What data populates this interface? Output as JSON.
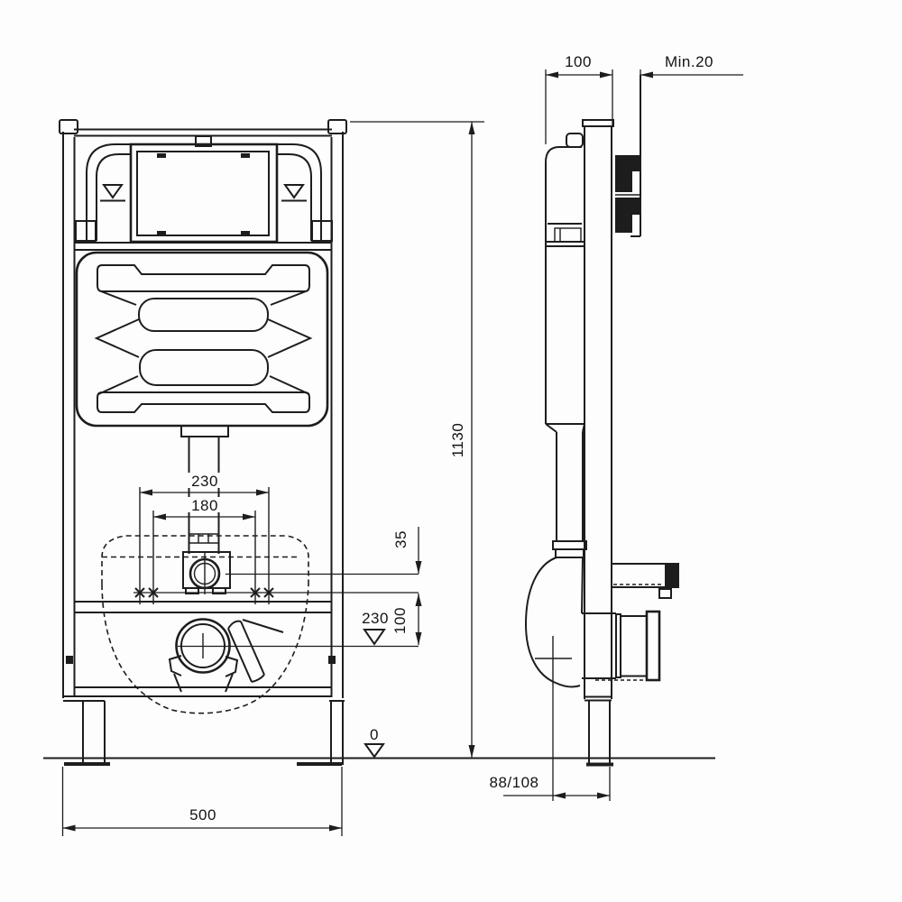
{
  "drawing": {
    "kind": "technical installation drawing",
    "subject": "wall-mounted WC concealed cistern frame, front view and side view",
    "colors": {
      "line": "#1d1d1d",
      "background": "#fdfdfd",
      "flush_unit_fill": "#1d1d1d"
    },
    "front_view": {
      "overall_width": "500",
      "overall_height": "1130",
      "fixing_bolt_spacing_outer": "230",
      "fixing_bolt_spacing_inner": "180",
      "flush_bend_offset": "35",
      "bolt_to_drain_distance": "100",
      "drain_centre_height": "230",
      "floor_level": "0"
    },
    "side_view": {
      "frame_depth": "100",
      "min_wall_clearance": "Min.20",
      "drain_axis_offset": "88/108"
    }
  }
}
